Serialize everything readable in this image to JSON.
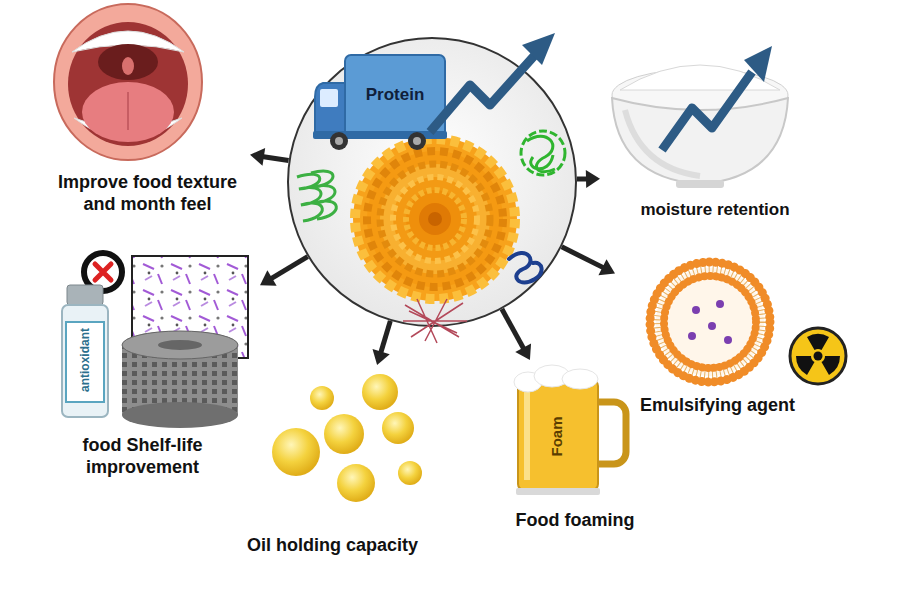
{
  "diagram": {
    "nodes": [
      {
        "text": [
          "Protein"
        ]
      },
      {
        "text": [
          "Improve food texture and month feel"
        ]
      },
      {
        "text": [
          "moisture retention"
        ]
      },
      {
        "text": [
          "food Shelf-life improvement"
        ]
      },
      {
        "text": [
          "Emulsifying agent"
        ]
      },
      {
        "text": [
          "Food foaming"
        ]
      },
      {
        "text": [
          "Oil holding capacity"
        ]
      }
    ],
    "edges": [
      {
        "from": 0,
        "to": 1,
        "arrow": "to"
      },
      {
        "from": 0,
        "to": 2,
        "arrow": "to"
      },
      {
        "from": 0,
        "to": 3,
        "arrow": "to"
      },
      {
        "from": 0,
        "to": 4,
        "arrow": "to"
      },
      {
        "from": 0,
        "to": 5,
        "arrow": "to"
      },
      {
        "from": 0,
        "to": 6,
        "arrow": "to"
      }
    ],
    "labels": [
      "antioxidant",
      "Foam"
    ]
  }
}
